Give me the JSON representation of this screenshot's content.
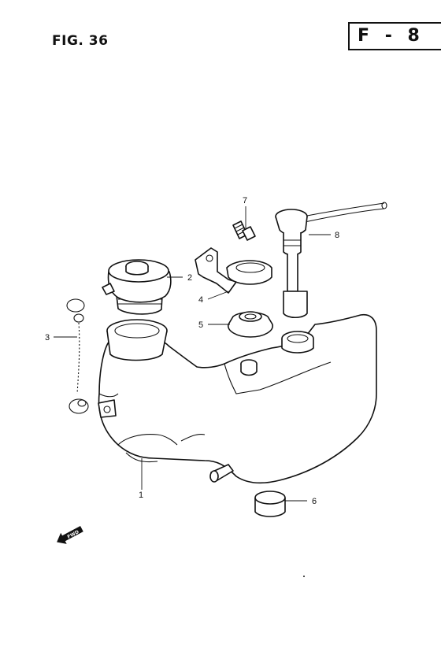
{
  "header": {
    "figure_label": "FIG. 36",
    "page_code": "F - 8"
  },
  "callouts": [
    {
      "id": "1",
      "label": "1"
    },
    {
      "id": "2",
      "label": "2"
    },
    {
      "id": "3",
      "label": "3"
    },
    {
      "id": "4",
      "label": "4"
    },
    {
      "id": "5",
      "label": "5"
    },
    {
      "id": "6",
      "label": "6"
    },
    {
      "id": "7",
      "label": "7"
    },
    {
      "id": "8",
      "label": "8"
    }
  ],
  "direction_marker": {
    "label": "FWD",
    "icon": "forward-arrow-icon"
  }
}
